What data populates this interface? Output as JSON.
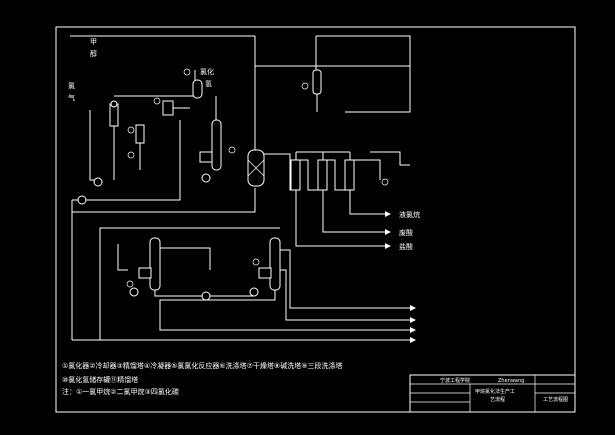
{
  "labels": {
    "top_in_1": "甲",
    "top_in_2": "醇",
    "chlorine_1": "氯",
    "chlorine_2": "气",
    "side_1": "氯化",
    "side_2": "氢",
    "out_1": "液氯烷",
    "out_2": "废酸",
    "out_3": "盐酸"
  },
  "legend": {
    "line1": "①氯化器②冷却器③精馏塔④冷凝器⑤氯氯化反应器⑥洗涤塔⑦干燥塔⑧碱洗塔⑨三段洗涤塔",
    "line2": "⑩氯化氢储存罐⑪精馏塔",
    "line3": "注：①一氯甲烷②二氯甲烷③四氯化碳"
  },
  "title_block": {
    "org": "宁波工程学院",
    "project_en": "Zhenwang",
    "drawing_1": "甲烷氯化法生产工",
    "drawing_2": "艺流程",
    "sheet": "工艺流程图"
  }
}
